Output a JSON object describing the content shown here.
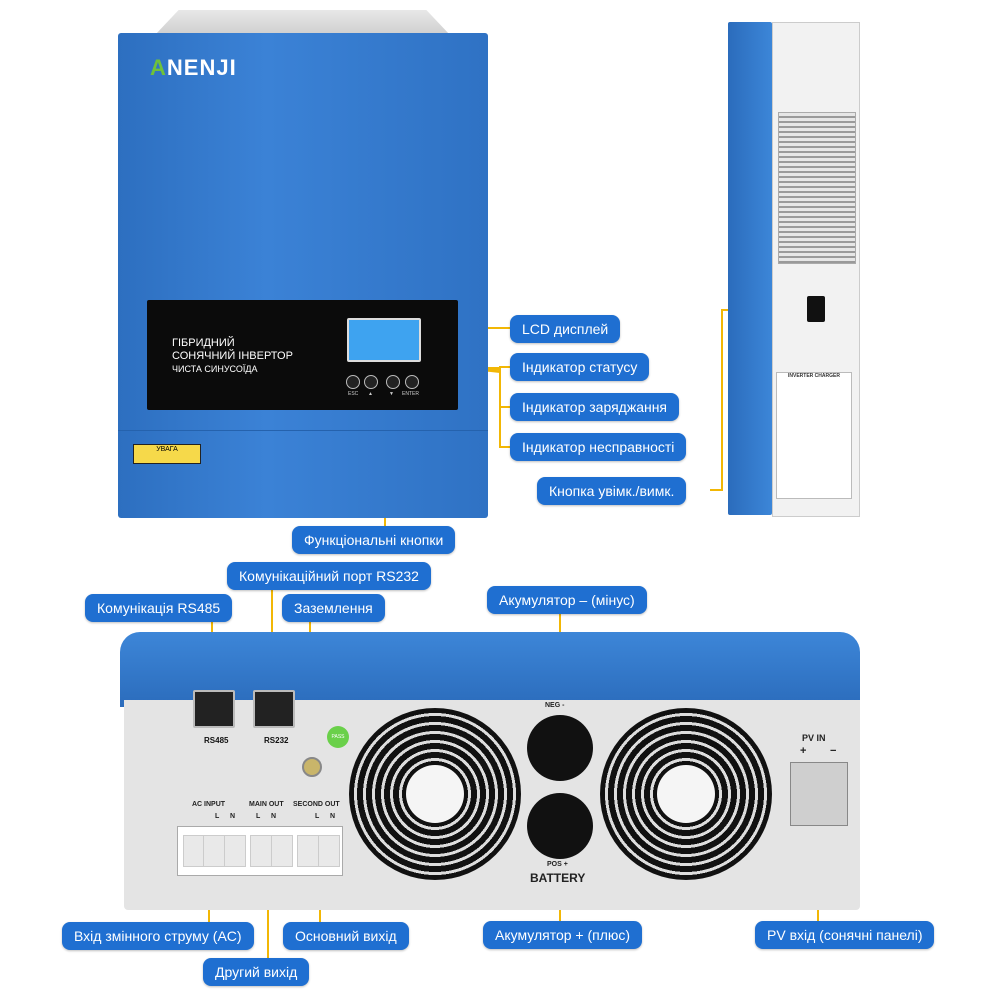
{
  "front": {
    "brand": "NENJI",
    "brand_mark": "A",
    "panel_title_1": "ГІБРИДНИЙ",
    "panel_title_2": "СОНЯЧНИЙ ІНВЕРТОР",
    "panel_sub": "ЧИСТА СИНУСОЇДА",
    "keys": [
      "ESC",
      "▲",
      "▼",
      "ENTER"
    ],
    "warning": "УВАГА"
  },
  "back": {
    "rs485_label": "RS485",
    "rs232_label": "RS232",
    "pass_label": "PASS",
    "neg_label": "NEG -",
    "pos_label": "POS +",
    "battery_label": "BATTERY",
    "ac_input_label": "AC INPUT",
    "main_out_label": "MAIN OUT",
    "second_out_label": "SECOND OUT",
    "terminal_letters": [
      "L",
      "N"
    ],
    "pv_in_label": "PV  IN",
    "pv_plus": "+",
    "pv_minus": "−"
  },
  "side": {
    "label_title": "INVERTER CHARGER"
  },
  "callouts": {
    "lcd": "LCD дисплей",
    "status": "Індикатор статусу",
    "charge": "Індикатор заряджання",
    "fault": "Індикатор несправності",
    "power": "Кнопка увімк./вимк.",
    "func": "Функціональні кнопки",
    "rs232": "Комунікаційний порт RS232",
    "rs485": "Комунікація RS485",
    "ground": "Заземлення",
    "batt_minus": "Акумулятор – (мінус)",
    "ac_in": "Вхід змінного струму (AC)",
    "main_out": "Основний вихід",
    "batt_plus": "Акумулятор + (плюс)",
    "pv_in": "PV вхід (сонячні панелі)",
    "second_out": "Другий вихід"
  },
  "colors": {
    "callout_bg": "#1f6fd1",
    "leader": "#f2b705",
    "body_blue": "#3b82d6"
  }
}
